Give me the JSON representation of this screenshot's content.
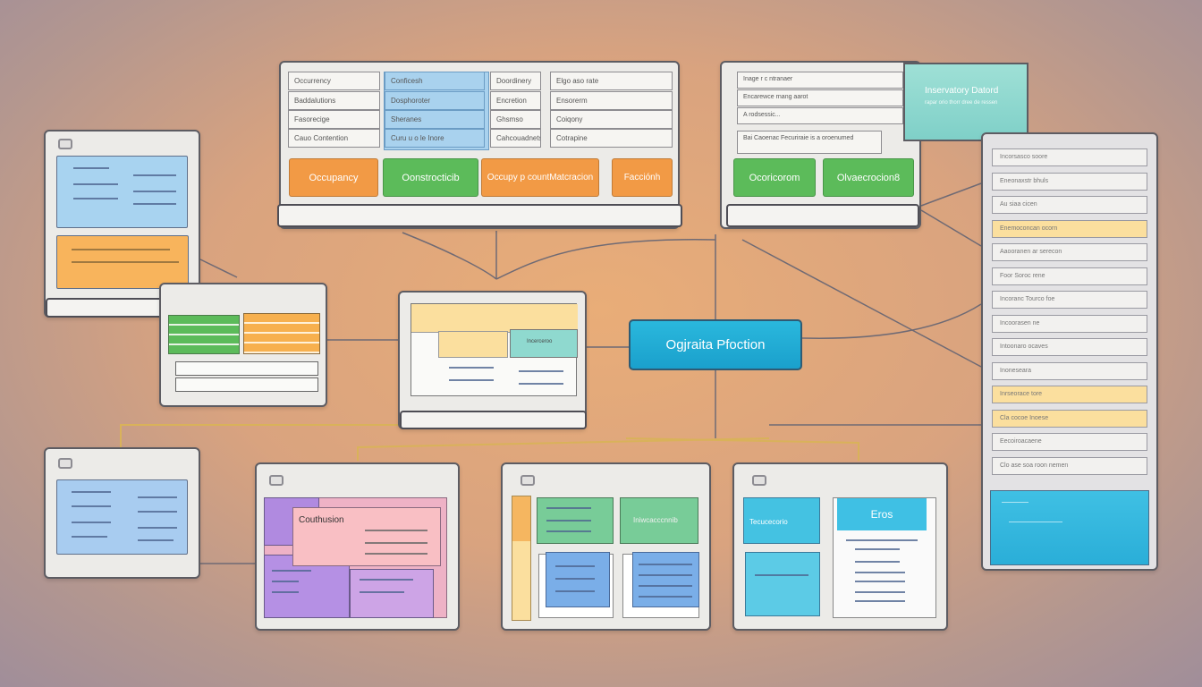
{
  "top_panel": {
    "table": [
      [
        "Occurrency",
        "Conficesh",
        "Doordinery",
        "Elgo aso rate"
      ],
      [
        "Baddalutions",
        "Dosphoroter",
        "Encretion",
        "Ensorerm"
      ],
      [
        "Fasorecige",
        "Sheranes",
        "Ghsmso",
        "Coiqony"
      ],
      [
        "Cauo Contention",
        "Curu u o le Inore",
        "Cahcouadnets",
        "Cotrapine"
      ]
    ],
    "buttons": [
      "Occupancy",
      "Oonstrocticib",
      "Occupy p countMatcracion",
      "Facciónh"
    ]
  },
  "right_panel": {
    "rows": [
      "Inage r c ntranaer",
      "Encarewce rnang aarot",
      "A rodsessic...",
      "Bai Caoenac Fecuriraie is a oroenumed"
    ],
    "teal_title": "Inservatory Datord",
    "teal_sub": "rapar orio thorr dree de ressen",
    "buttons": [
      "Ocoricorom",
      "Olvaecrocion8"
    ]
  },
  "list_panel": {
    "rows": [
      "Incorsasco soore",
      "Eneonaxstr bhuls",
      "Au siaa cicen",
      "Enemoconcan ocorn",
      "Aaooranen ar serecon",
      "Foor Soroc rene",
      "Incoranc Tourco foe",
      "Incoorasen ne",
      "Intoonaro ocaves",
      "Inoneseara",
      "Inrseorace tore",
      "Cla cocoe Inoese",
      "Eecoiroacaene",
      "Clo ase soa roon nemen"
    ]
  },
  "center": {
    "label": "Ogjraita Pfoction",
    "doc_label": "Incerceroo"
  },
  "bottom": {
    "pink_title": "Couthusion",
    "green_label": "Iniwcacccnnib",
    "cyan_label": "Tecucecorio",
    "doc_title": "Eros"
  },
  "colors": {
    "accent": "#1aa8cc",
    "orange": "#f29a45",
    "green": "#5cbb5a",
    "blue": "#a9d2ee",
    "teal": "#8fd9cf"
  }
}
